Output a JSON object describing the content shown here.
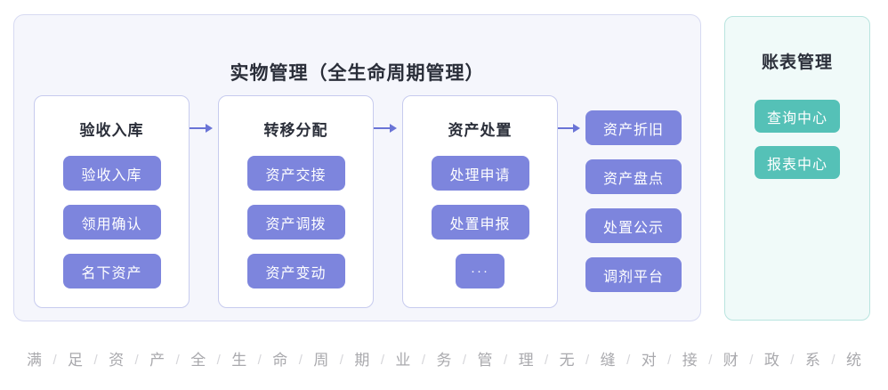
{
  "colors": {
    "purple_chip": "#7d85dd",
    "teal_chip": "#55c1b7",
    "arrow": "#6a74d6",
    "main_panel_bg": "#f5f6fc",
    "main_panel_border": "#d7daf2",
    "stage_box_border": "#c7cbee",
    "ledger_panel_bg": "#f0faf9",
    "ledger_panel_border": "#b9e4df",
    "heading_text": "#2a2e39",
    "tagline_text": "#a9a9ad",
    "tagline_slash": "#d5d5d9"
  },
  "main": {
    "title": "实物管理（全生命周期管理）",
    "stages": [
      {
        "title": "验收入库",
        "items": [
          "验收入库",
          "领用确认",
          "名下资产"
        ]
      },
      {
        "title": "转移分配",
        "items": [
          "资产交接",
          "资产调拨",
          "资产变动"
        ]
      },
      {
        "title": "资产处置",
        "items": [
          "处理申请",
          "处置申报",
          "···"
        ]
      }
    ],
    "side_items": [
      "资产折旧",
      "资产盘点",
      "处置公示",
      "调剂平台"
    ]
  },
  "ledger": {
    "title": "账表管理",
    "items": [
      "查询中心",
      "报表中心"
    ]
  },
  "tagline": {
    "characters": [
      "满",
      "足",
      "资",
      "产",
      "全",
      "生",
      "命",
      "周",
      "期",
      "业",
      "务",
      "管",
      "理",
      "无",
      "缝",
      "对",
      "接",
      "财",
      "政",
      "系",
      "统"
    ],
    "separator": "/"
  }
}
